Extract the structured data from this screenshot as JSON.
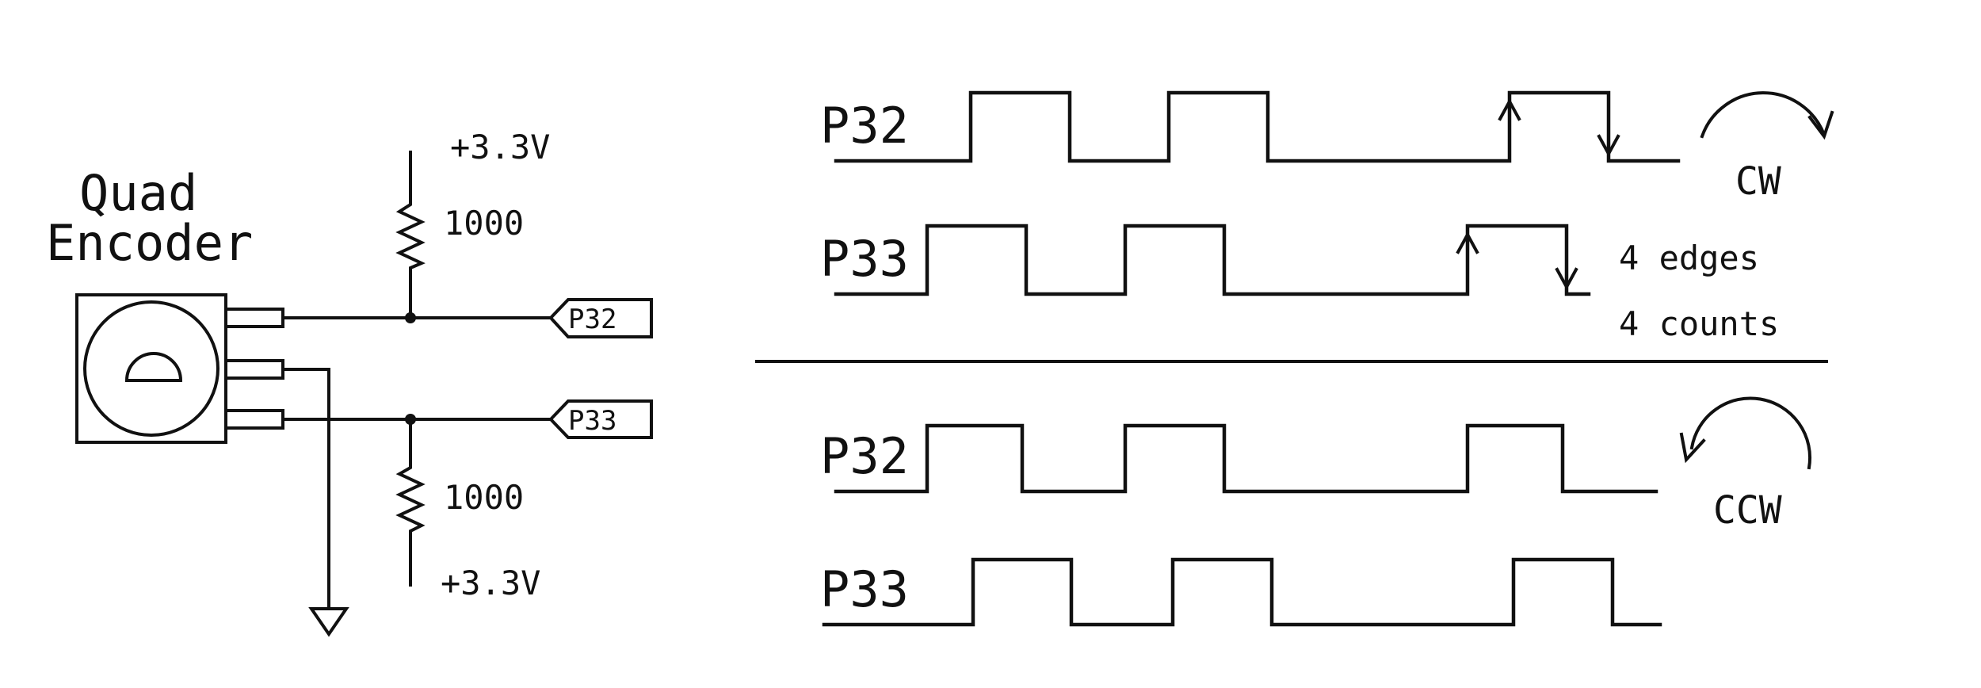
{
  "encoder": {
    "title_line1": "Quad",
    "title_line2": "Encoder"
  },
  "schematic": {
    "top_supply": "+3.3V",
    "top_resistor": "1000",
    "bottom_resistor": "1000",
    "bottom_supply": "+3.3V",
    "tag_a": "P32",
    "tag_b": "P33"
  },
  "cw": {
    "label_a": "P32",
    "label_b": "P33",
    "direction": "CW",
    "note_edges": "4 edges",
    "note_counts": "4 counts"
  },
  "ccw": {
    "label_a": "P32",
    "label_b": "P33",
    "direction": "CCW"
  }
}
